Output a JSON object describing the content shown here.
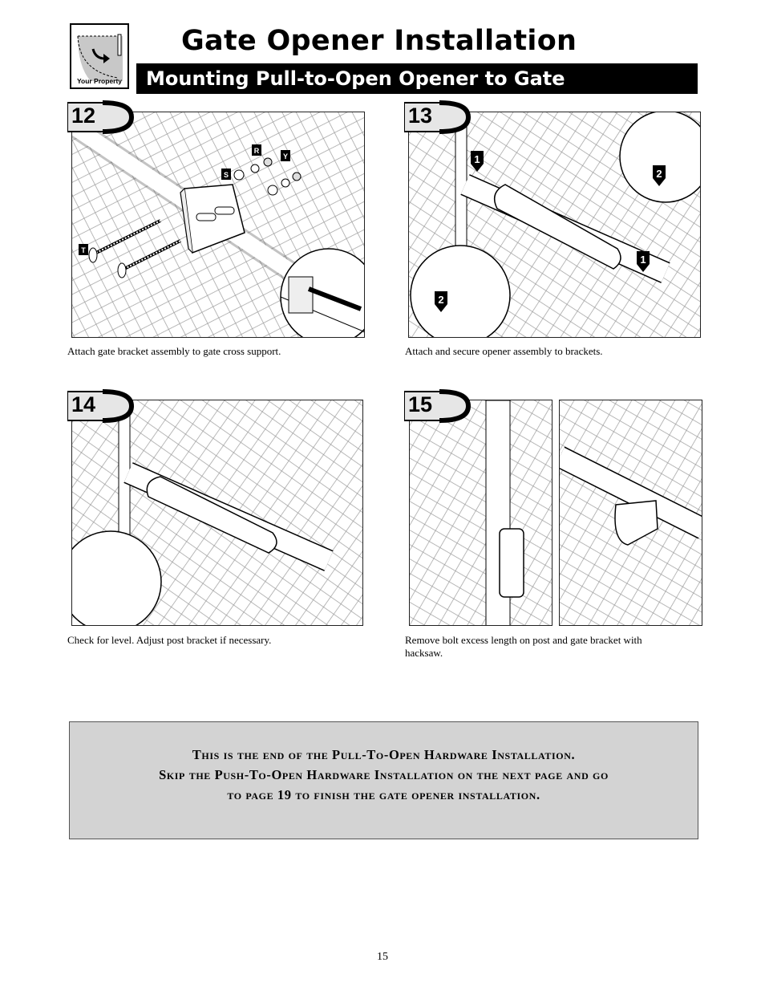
{
  "header": {
    "logo_label": "Your Property",
    "title": "Gate Opener Installation",
    "section": "Mounting Pull-to-Open Opener to Gate"
  },
  "steps": [
    {
      "number": "12",
      "caption": "Attach gate bracket assembly to gate cross support.",
      "part_labels": [
        "R",
        "S",
        "Y",
        "T"
      ]
    },
    {
      "number": "13",
      "caption": "Attach and secure opener assembly to brackets.",
      "callouts": [
        "1",
        "2",
        "1",
        "2"
      ]
    },
    {
      "number": "14",
      "caption": "Check for level. Adjust post bracket if necessary."
    },
    {
      "number": "15",
      "caption": "Remove bolt excess length on post and gate bracket with hacksaw."
    }
  ],
  "note": {
    "line1": "This is the end of the Pull-To-Open Hardware Installation.",
    "line2": "Skip the Push-To-Open Hardware Installation on the next page and go",
    "line3": "to page 19 to finish the gate opener installation."
  },
  "page_number": "15"
}
